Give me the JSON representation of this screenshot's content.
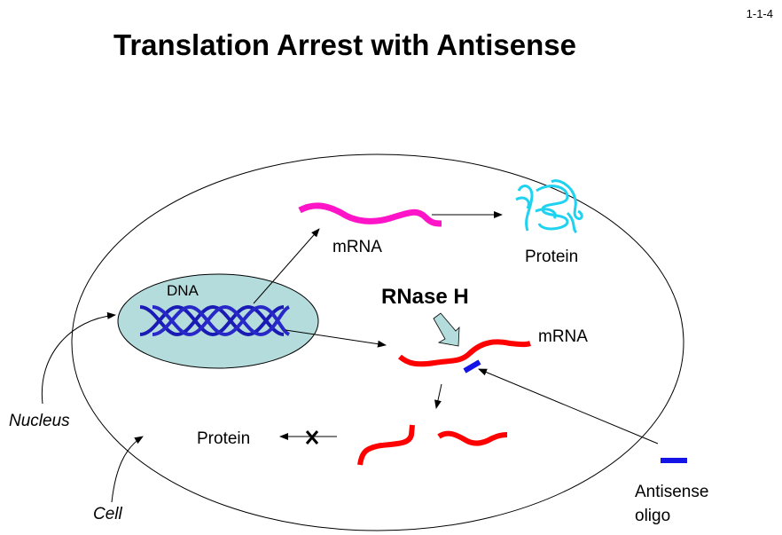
{
  "slide_number": "1-1-4",
  "title": "Translation Arrest with Antisense",
  "labels": {
    "dna": "DNA",
    "mrna_top": "mRNA",
    "protein_top": "Protein",
    "rnase_h": "RNase H",
    "mrna_right": "mRNA",
    "protein_bottom": "Protein",
    "nucleus": "Nucleus",
    "cell": "Cell",
    "antisense_line1": "Antisense",
    "antisense_line2": "oligo"
  },
  "colors": {
    "nucleus_fill": "#b4dcdc",
    "dna": "#1a1ab4",
    "mrna_normal": "#ff14c8",
    "protein": "#1ed2f0",
    "mrna_target": "#ff0000",
    "oligo": "#1414e6",
    "rnase_arrow": "#b4dcdc"
  }
}
